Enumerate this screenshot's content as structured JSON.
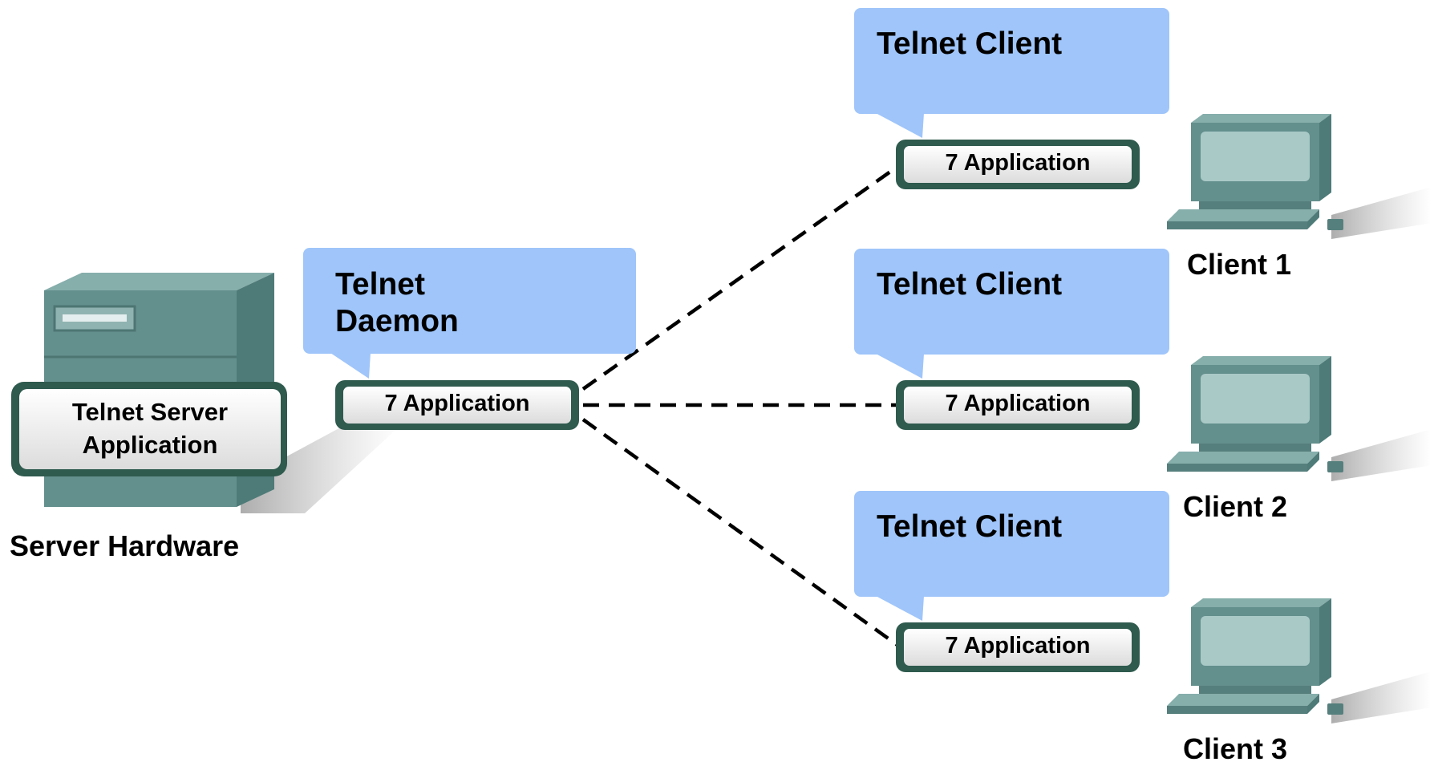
{
  "server": {
    "application_label_line1": "Telnet Server",
    "application_label_line2": "Application",
    "hardware_label": "Server Hardware"
  },
  "daemon": {
    "callout_line1": "Telnet",
    "callout_line2": "Daemon",
    "layer_label": "7 Application"
  },
  "clients": [
    {
      "callout": "Telnet Client",
      "layer_label": "7 Application",
      "device_label": "Client 1"
    },
    {
      "callout": "Telnet Client",
      "layer_label": "7 Application",
      "device_label": "Client 2"
    },
    {
      "callout": "Telnet Client",
      "layer_label": "7 Application",
      "device_label": "Client 3"
    }
  ],
  "colors": {
    "callout_fill": "#9fc5fa",
    "app_box_border": "#2f5a4e",
    "device_teal": "#5f8f8c",
    "device_screen": "#a9c9c7"
  }
}
